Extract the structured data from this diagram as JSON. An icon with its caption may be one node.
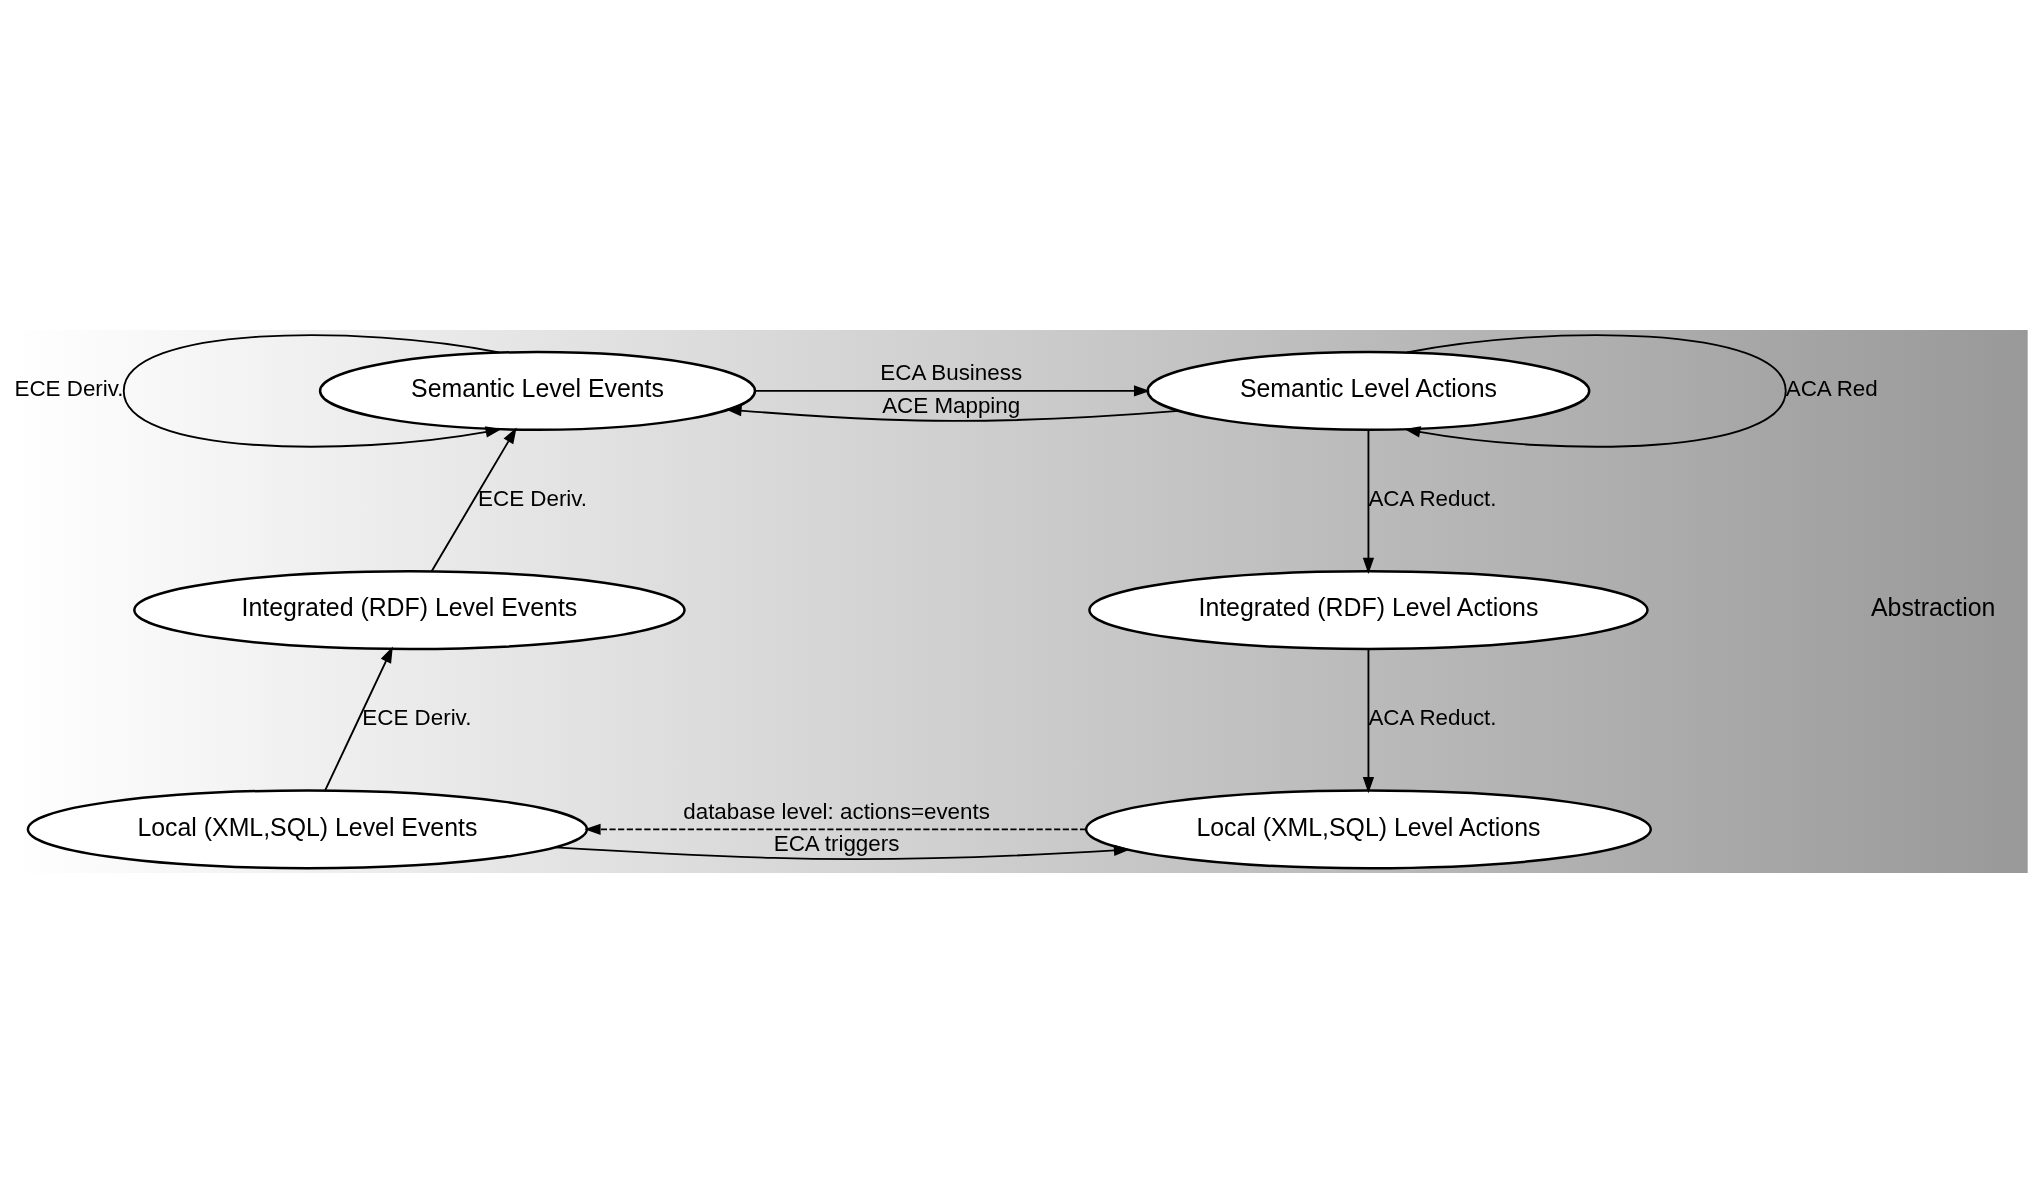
{
  "diagram": {
    "nodes": [
      {
        "text": [
          "Semantic Level Events"
        ]
      },
      {
        "text": [
          "Semantic Level Actions"
        ]
      },
      {
        "text": [
          "Integrated (RDF) Level Events"
        ]
      },
      {
        "text": [
          "Integrated (RDF) Level Actions"
        ]
      },
      {
        "text": [
          "Local (XML,SQL) Level Events"
        ]
      },
      {
        "text": [
          "Local (XML,SQL) Level Actions"
        ]
      }
    ],
    "edges": [
      {
        "from": 0,
        "to": 0,
        "arrow": "to",
        "label": "ECE Deriv."
      },
      {
        "from": 0,
        "to": 1,
        "arrow": "to",
        "label": "ECA Business"
      },
      {
        "from": 1,
        "to": 0,
        "arrow": "to",
        "label": "ACE Mapping"
      },
      {
        "from": 1,
        "to": 1,
        "arrow": "to",
        "label": "ACA Red"
      },
      {
        "from": 2,
        "to": 0,
        "arrow": "to",
        "label": "ECE Deriv."
      },
      {
        "from": 1,
        "to": 3,
        "arrow": "to",
        "label": "ACA Reduct."
      },
      {
        "from": 4,
        "to": 2,
        "arrow": "to",
        "label": "ECE Deriv."
      },
      {
        "from": 3,
        "to": 5,
        "arrow": "to",
        "label": "ACA Reduct."
      },
      {
        "from": 4,
        "to": 5,
        "arrow": "to",
        "label": "ECA triggers"
      },
      {
        "from": 5,
        "to": 4,
        "arrow": "to",
        "style": "dashed",
        "label": "database level: actions=events"
      }
    ],
    "labels": [
      "Abstraction"
    ]
  }
}
